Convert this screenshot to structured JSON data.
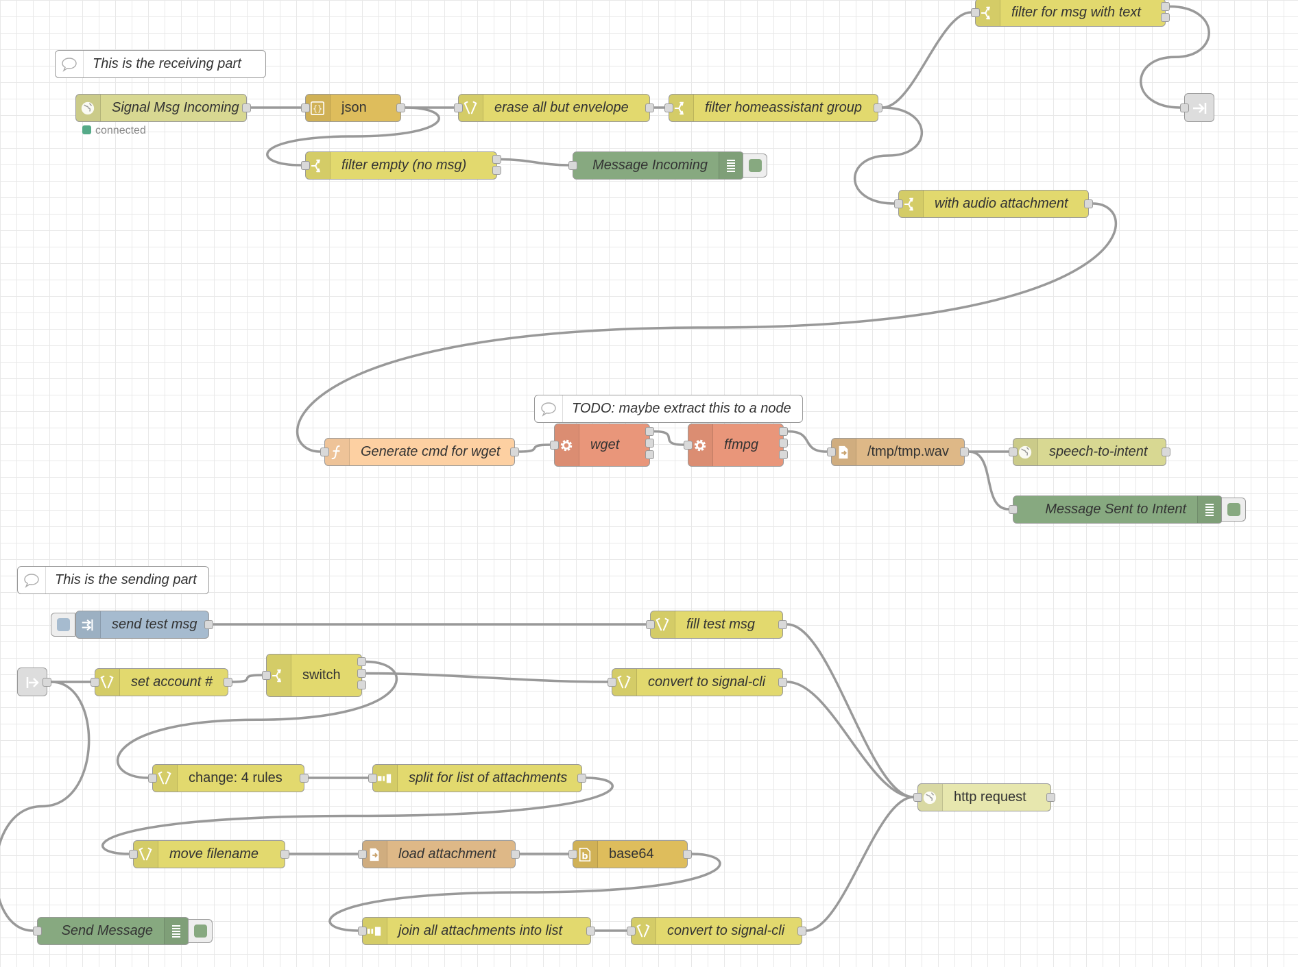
{
  "colors": {
    "change": "#e2d96e",
    "switch": "#e2d96e",
    "json": "#debd5c",
    "function": "#fdd0a2",
    "exec": "#e9967a",
    "file": "#deb887",
    "base64": "#debd5c",
    "websocket": "#d8d892",
    "http": "#e7e7ae",
    "debug": "#87a980",
    "inject": "#a6bbcf",
    "link": "#dddddd",
    "wire": "#999999"
  },
  "comments": [
    {
      "id": "c1",
      "text": "This is the receiving part"
    },
    {
      "id": "c2",
      "text": "TODO: maybe extract this to a node"
    },
    {
      "id": "c3",
      "text": "This is the sending part"
    }
  ],
  "nodes": [
    {
      "id": "n1",
      "label": "Signal Msg Incoming",
      "type": "websocket",
      "icon": "globe-icon"
    },
    {
      "id": "n2",
      "label": "json",
      "type": "json",
      "icon": "braces-icon"
    },
    {
      "id": "n3",
      "label": "erase all but envelope",
      "type": "change",
      "icon": "shuffle-icon"
    },
    {
      "id": "n4",
      "label": "filter homeassistant group",
      "type": "switch",
      "icon": "switch-icon"
    },
    {
      "id": "n5",
      "label": "filter for msg with text",
      "type": "switch",
      "icon": "switch-icon"
    },
    {
      "id": "n6",
      "label": "filter empty (no msg)",
      "type": "switch",
      "icon": "switch-icon"
    },
    {
      "id": "n7",
      "label": "Message Incoming",
      "type": "debug",
      "icon": "list-icon"
    },
    {
      "id": "n8",
      "label": "with audio attachment",
      "type": "switch",
      "icon": "switch-icon"
    },
    {
      "id": "n9",
      "label": "Generate cmd for wget",
      "type": "function",
      "icon": "function-icon"
    },
    {
      "id": "n10",
      "label": "wget",
      "type": "exec",
      "icon": "cog-icon"
    },
    {
      "id": "n11",
      "label": "ffmpg",
      "type": "exec",
      "icon": "cog-icon"
    },
    {
      "id": "n12",
      "label": "/tmp/tmp.wav",
      "type": "file",
      "icon": "file-icon"
    },
    {
      "id": "n13",
      "label": "speech-to-intent",
      "type": "websocket",
      "icon": "globe-icon"
    },
    {
      "id": "n14",
      "label": "Message Sent to Intent",
      "type": "debug",
      "icon": "list-icon"
    },
    {
      "id": "n15",
      "label": "send test msg",
      "type": "inject",
      "icon": "arrow-in-icon"
    },
    {
      "id": "n16",
      "label": "fill test msg",
      "type": "change",
      "icon": "shuffle-icon"
    },
    {
      "id": "n17",
      "label": "set account #",
      "type": "change",
      "icon": "shuffle-icon"
    },
    {
      "id": "n18",
      "label": "switch",
      "type": "switch",
      "icon": "switch-icon"
    },
    {
      "id": "n19",
      "label": "convert to signal-cli",
      "type": "change",
      "icon": "shuffle-icon"
    },
    {
      "id": "n20",
      "label": "change: 4 rules",
      "type": "change",
      "icon": "shuffle-icon"
    },
    {
      "id": "n21",
      "label": "split for list of attachments",
      "type": "change",
      "icon": "split-icon"
    },
    {
      "id": "n22",
      "label": "http request",
      "type": "http",
      "icon": "globe-icon"
    },
    {
      "id": "n23",
      "label": "move filename",
      "type": "change",
      "icon": "shuffle-icon"
    },
    {
      "id": "n24",
      "label": "load attachment",
      "type": "file",
      "icon": "file-icon"
    },
    {
      "id": "n25",
      "label": "base64",
      "type": "base64",
      "icon": "b64-icon"
    },
    {
      "id": "n26",
      "label": "Send Message",
      "type": "debug",
      "icon": "list-icon"
    },
    {
      "id": "n27",
      "label": "join all attachments into list",
      "type": "change",
      "icon": "join-icon"
    },
    {
      "id": "n28",
      "label": "convert to signal-cli",
      "type": "change",
      "icon": "shuffle-icon"
    }
  ],
  "link_nodes": [
    {
      "id": "l1",
      "kind": "link-out",
      "icon": "link-out-icon"
    },
    {
      "id": "l2",
      "kind": "link-in",
      "icon": "link-in-icon"
    }
  ],
  "status": {
    "n1": "connected"
  },
  "wires": [
    [
      "n1",
      "n2"
    ],
    [
      "n2",
      "n3"
    ],
    [
      "n2",
      "n6"
    ],
    [
      "n3",
      "n4"
    ],
    [
      "n4",
      "n5"
    ],
    [
      "n4",
      "n8"
    ],
    [
      "n5",
      "l1"
    ],
    [
      "n6",
      "n7"
    ],
    [
      "n8",
      "n9"
    ],
    [
      "n9",
      "n10"
    ],
    [
      "n10",
      "n11"
    ],
    [
      "n11",
      "n12"
    ],
    [
      "n12",
      "n13"
    ],
    [
      "n12",
      "n14"
    ],
    [
      "n15",
      "n16"
    ],
    [
      "l2",
      "n17"
    ],
    [
      "l2",
      "n26"
    ],
    [
      "n17",
      "n18"
    ],
    [
      "n18",
      "n19"
    ],
    [
      "n18",
      "n20"
    ],
    [
      "n20",
      "n21"
    ],
    [
      "n21",
      "n23"
    ],
    [
      "n23",
      "n24"
    ],
    [
      "n24",
      "n25"
    ],
    [
      "n25",
      "n27"
    ],
    [
      "n27",
      "n28"
    ],
    [
      "n16",
      "n22"
    ],
    [
      "n19",
      "n22"
    ],
    [
      "n28",
      "n22"
    ]
  ]
}
